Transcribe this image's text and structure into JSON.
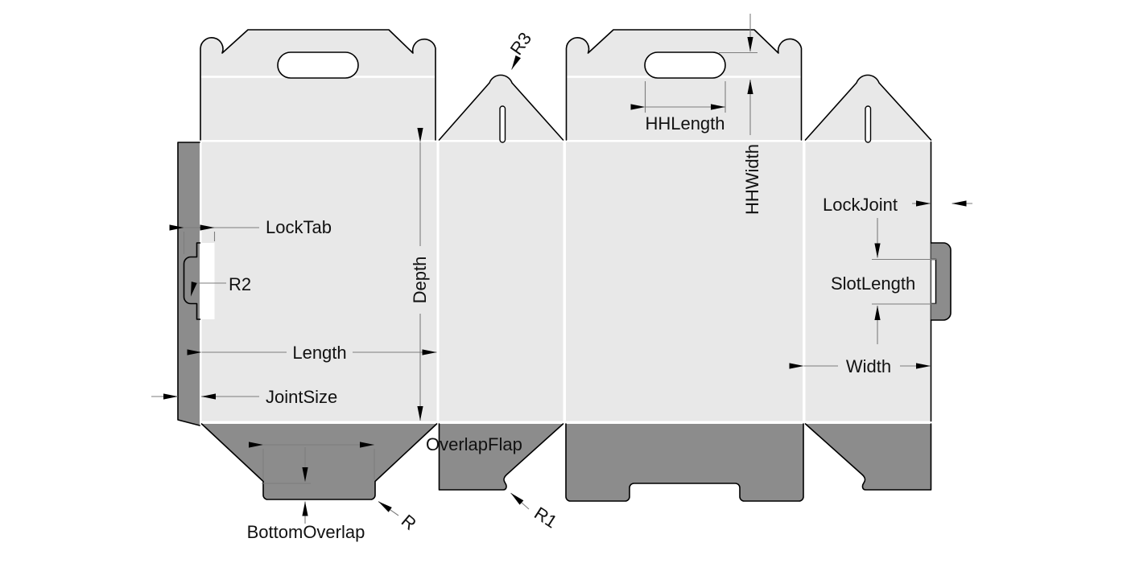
{
  "diagram": {
    "type": "packaging-dieline",
    "labels": {
      "lock_tab": "LockTab",
      "r2": "R2",
      "length": "Length",
      "joint_size": "JointSize",
      "depth": "Depth",
      "overlap_flap": "OverlapFlap",
      "bottom_overlap": "BottomOverlap",
      "r": "R",
      "r1": "R1",
      "r3": "R3",
      "hh_length": "HHLength",
      "hh_width": "HHWidth",
      "lock_joint": "LockJoint",
      "slot_length": "SlotLength",
      "width": "Width"
    },
    "colors": {
      "panel_fill": "#e8e8e8",
      "flap_fill": "#8c8c8c",
      "outline": "#000000",
      "dim_line": "#7d7d7d",
      "background": "#ffffff"
    }
  }
}
